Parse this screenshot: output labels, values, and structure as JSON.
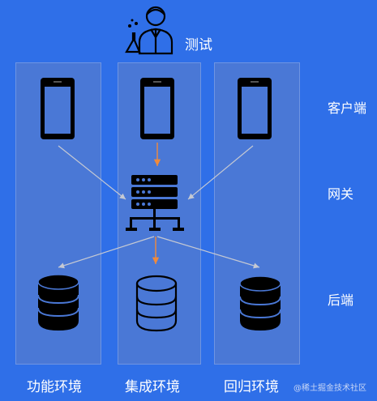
{
  "tester": {
    "label": "测试",
    "icon": "scientist-icon"
  },
  "layers": {
    "client": "客户端",
    "gateway": "网关",
    "backend": "后端"
  },
  "environments": [
    "功能环境",
    "集成环境",
    "回归环境"
  ],
  "watermark": "@稀土掘金技术社区",
  "colors": {
    "background": "#2f6fe8",
    "column": "#4a78d6",
    "arrow_gray": "#c5c9d3",
    "arrow_orange": "#f08a3c",
    "db_stripe": "#4a78d6"
  }
}
